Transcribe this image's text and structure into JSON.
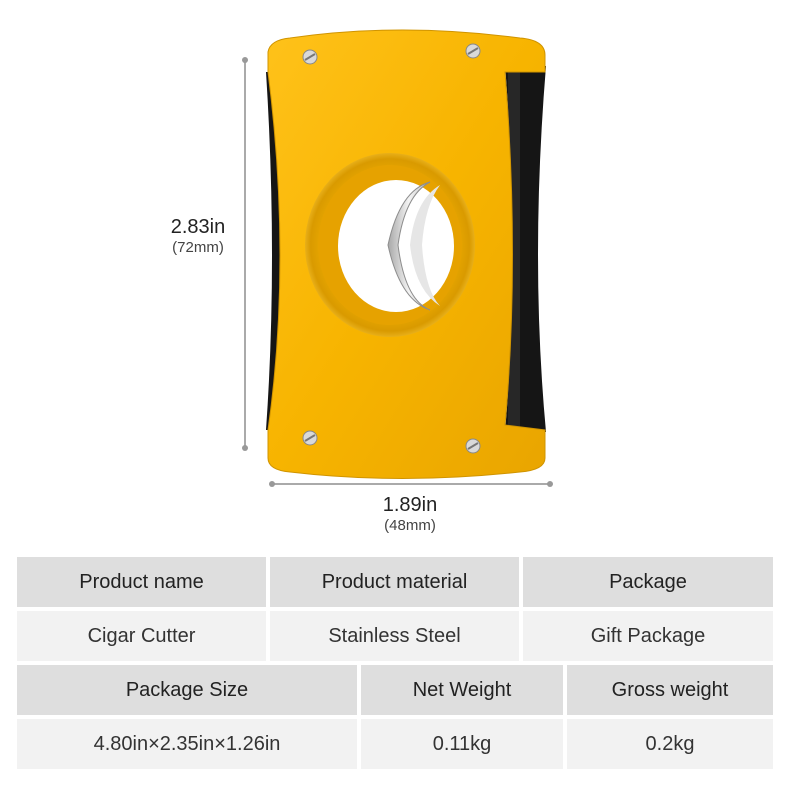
{
  "dimensions": {
    "height_label": "2.83in",
    "height_sub": "(72mm)",
    "width_label": "1.89in",
    "width_sub": "(48mm)"
  },
  "colors": {
    "body": "#f7b400",
    "blade": "#e8e8e8",
    "side_bar": "#1a1a1a",
    "header_bg": "#dedede",
    "value_bg": "#f2f2f2"
  },
  "table": {
    "row1_headers": [
      "Product name",
      "Product material",
      "Package"
    ],
    "row1_values": [
      "Cigar Cutter",
      "Stainless Steel",
      "Gift Package"
    ],
    "row2_headers": [
      "Package Size",
      "Net Weight",
      "Gross weight"
    ],
    "row2_values": [
      "4.80in×2.35in×1.26in",
      "0.11kg",
      "0.2kg"
    ]
  }
}
